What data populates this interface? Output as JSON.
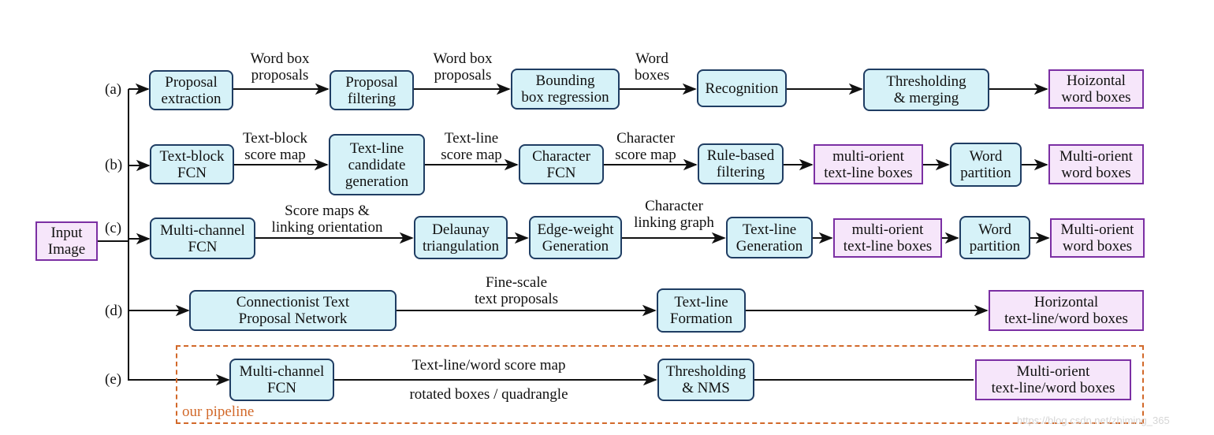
{
  "colors": {
    "process_fill": "#d6f2f8",
    "process_border": "#1f3d63",
    "io_fill": "#f6e6fa",
    "io_border": "#7b2fa3",
    "pipeline_accent": "#d2692a"
  },
  "input": "Input\nImage",
  "rows": [
    {
      "label": "(a)",
      "nodes": [
        "Proposal\nextraction",
        "Proposal\nfiltering",
        "Bounding\nbox regression",
        "Recognition",
        "Thresholding\n& merging",
        "Hoizontal\nword boxes"
      ],
      "edge_labels": [
        "Word box\nproposals",
        "Word box\nproposals",
        "Word\nboxes"
      ]
    },
    {
      "label": "(b)",
      "nodes": [
        "Text-block\nFCN",
        "Text-line\ncandidate\ngeneration",
        "Character\nFCN",
        "Rule-based\nfiltering",
        "multi-orient\ntext-line boxes",
        "Word\npartition",
        "Multi-orient\nword boxes"
      ],
      "edge_labels": [
        "Text-block\nscore map",
        "Text-line\nscore map",
        "Character\nscore map"
      ]
    },
    {
      "label": "(c)",
      "nodes": [
        "Multi-channel\nFCN",
        "Delaunay\ntriangulation",
        "Edge-weight\nGeneration",
        "Text-line\nGeneration",
        "multi-orient\ntext-line boxes",
        "Word\npartition",
        "Multi-orient\nword boxes"
      ],
      "edge_labels": [
        "Score maps &\nlinking orientation",
        "Character\nlinking graph"
      ]
    },
    {
      "label": "(d)",
      "nodes": [
        "Connectionist Text\nProposal Network",
        "Text-line\nFormation",
        "Horizontal\ntext-line/word boxes"
      ],
      "edge_labels": [
        "Fine-scale\ntext proposals"
      ]
    },
    {
      "label": "(e)",
      "nodes": [
        "Multi-channel\nFCN",
        "Thresholding\n& NMS",
        "Multi-orient\ntext-line/word boxes"
      ],
      "edge_labels": [
        "Text-line/word score map",
        "rotated boxes / quadrangle"
      ]
    }
  ],
  "pipeline_label": "our pipeline",
  "watermark": "https://blog.csdn.net/zhiming_365"
}
